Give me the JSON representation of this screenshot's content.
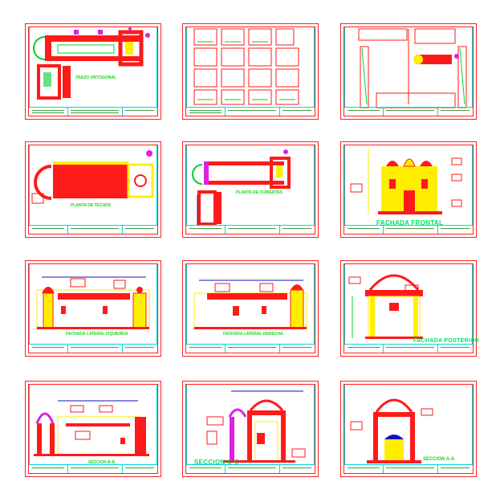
{
  "colors": {
    "frame": "#ff2020",
    "wall_fill": "#ff1a1a",
    "title_text": "#00e060",
    "accent_cyan": "#00d8d8",
    "accent_yellow": "#ffee00",
    "accent_magenta": "#e020e0"
  },
  "sheets": [
    {
      "id": "sheet-1",
      "label": "TRAZO ORTOGONAL"
    },
    {
      "id": "sheet-2",
      "label": ""
    },
    {
      "id": "sheet-3",
      "label": ""
    },
    {
      "id": "sheet-4",
      "label": "PLANTA DE TECHOS"
    },
    {
      "id": "sheet-5",
      "label": "PLANTA DE CUBIERTAS"
    },
    {
      "id": "sheet-6",
      "label": "FACHADA FRONTAL"
    },
    {
      "id": "sheet-7",
      "label": "FACHADA LATERAL IZQUIERDA"
    },
    {
      "id": "sheet-8",
      "label": "FACHADA LATERAL DERECHA"
    },
    {
      "id": "sheet-9",
      "label": "FACHADA POSTERIOR"
    },
    {
      "id": "sheet-10",
      "label": "SECCION B-B"
    },
    {
      "id": "sheet-11",
      "label": "SECCION C-C"
    },
    {
      "id": "sheet-12",
      "label": "SECCION A-A"
    }
  ]
}
